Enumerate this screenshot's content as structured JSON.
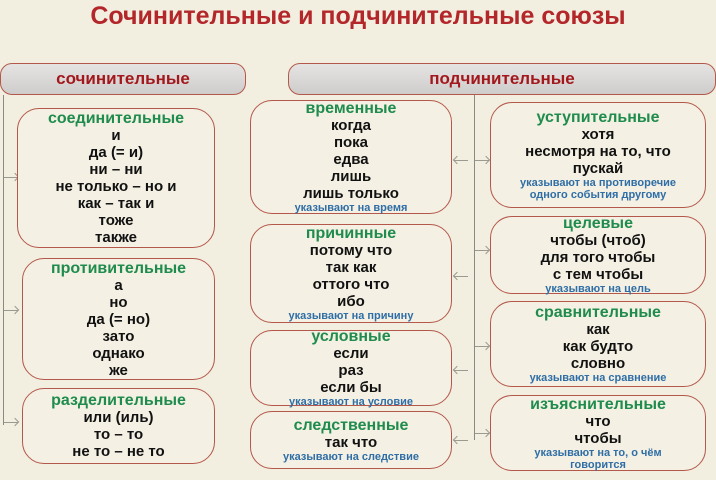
{
  "title": "Сочинительные и подчинительные союзы",
  "coordinating": {
    "label": "сочинительные",
    "groups": [
      {
        "name": "соединительные",
        "items": [
          "и",
          "да (= и)",
          "ни – ни",
          "не только – но и",
          "как – так и",
          "тоже",
          "также"
        ]
      },
      {
        "name": "противительные",
        "items": [
          "а",
          "но",
          "да (= но)",
          "зато",
          "однако",
          "же"
        ]
      },
      {
        "name": "разделительные",
        "items": [
          "или (иль)",
          "то – то",
          "не то – не то"
        ]
      }
    ]
  },
  "subordinating": {
    "label": "подчинительные",
    "groups": [
      {
        "name": "временные",
        "items": [
          "когда",
          "пока",
          "едва",
          "лишь",
          "лишь только"
        ],
        "note": "указывают на время"
      },
      {
        "name": "причинные",
        "items": [
          "потому что",
          "так как",
          "оттого что",
          "ибо"
        ],
        "note": "указывают на причину"
      },
      {
        "name": "условные",
        "items": [
          "если",
          "раз",
          "если бы"
        ],
        "note": "указывают на условие"
      },
      {
        "name": "следственные",
        "items": [
          "так что"
        ],
        "note": "указывают на следствие"
      },
      {
        "name": "уступительные",
        "items": [
          "хотя",
          "несмотря на то, что",
          "пускай"
        ],
        "note": "указывают на противоречие одного события другому"
      },
      {
        "name": "целевые",
        "items": [
          "чтобы (чтоб)",
          "для того чтобы",
          "с тем чтобы"
        ],
        "note": "указывают на цель"
      },
      {
        "name": "сравнительные",
        "items": [
          "как",
          "как будто",
          "словно"
        ],
        "note": "указывают на сравнение"
      },
      {
        "name": "изъяснительные",
        "items": [
          "что",
          "чтобы"
        ],
        "note": "указывают на то, о чём говорится"
      }
    ]
  },
  "colors": {
    "title": "#b3262a",
    "category": "#1f8c4d",
    "note": "#2f6ea6",
    "border": "#b3584a",
    "background": "#f2eee0"
  }
}
